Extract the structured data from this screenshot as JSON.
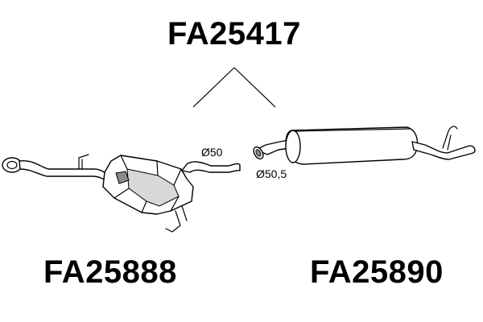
{
  "labels": {
    "main_code": "FA25417",
    "left_code": "FA25888",
    "right_code": "FA25890"
  },
  "dimensions": {
    "left_diameter": "Ø50",
    "right_diameter": "Ø50,5"
  },
  "icons": {
    "left_part": "front-silencer-icon",
    "right_part": "rear-silencer-icon"
  },
  "colors": {
    "ink": "#000000",
    "background": "#ffffff"
  }
}
